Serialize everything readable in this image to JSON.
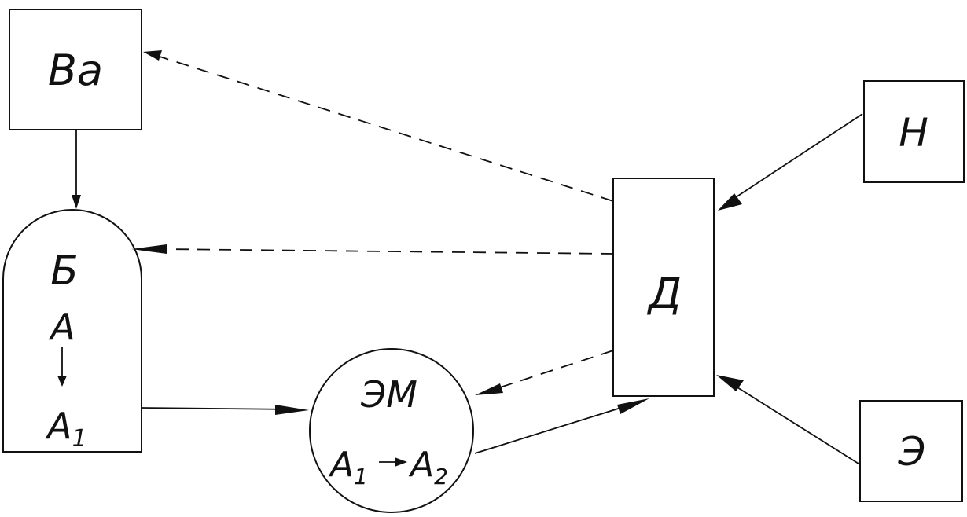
{
  "nodes": {
    "va": {
      "label": "Ва"
    },
    "b": {
      "label": "Б",
      "line2": "А",
      "line3_main": "А",
      "line3_sub": "1"
    },
    "em": {
      "label": "ЭМ",
      "from_main": "А",
      "from_sub": "1",
      "to_main": "А",
      "to_sub": "2"
    },
    "d": {
      "label": "Д"
    },
    "n": {
      "label": "Н"
    },
    "e": {
      "label": "Э"
    }
  },
  "edges": [
    {
      "from": "va",
      "to": "b",
      "style": "solid"
    },
    {
      "from": "b",
      "to": "em",
      "style": "solid"
    },
    {
      "from": "em",
      "to": "d",
      "style": "solid"
    },
    {
      "from": "n",
      "to": "d",
      "style": "solid"
    },
    {
      "from": "e",
      "to": "d",
      "style": "solid"
    },
    {
      "from": "d",
      "to": "va",
      "style": "dashed"
    },
    {
      "from": "d",
      "to": "b",
      "style": "dashed"
    },
    {
      "from": "d",
      "to": "em",
      "style": "dashed"
    }
  ]
}
